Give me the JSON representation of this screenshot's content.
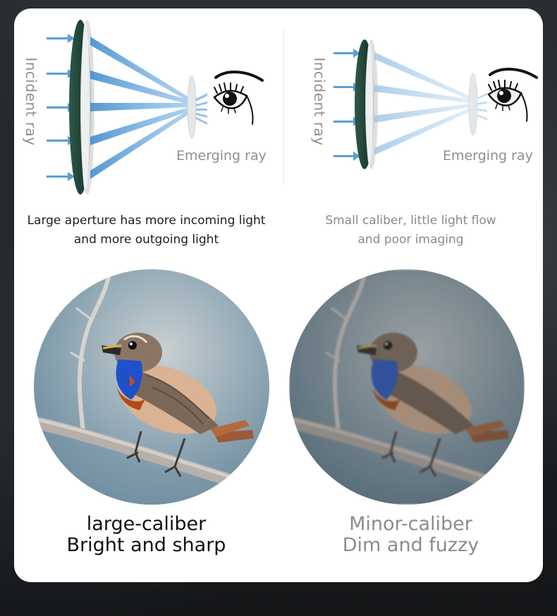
{
  "left": {
    "incident_label": "Incident ray",
    "emerging_label": "Emerging ray",
    "caption_line1": "Large aperture has more incoming light",
    "caption_line2": "and more outgoing light",
    "result_line1": "large-caliber",
    "result_line2": "Bright and sharp"
  },
  "right": {
    "incident_label": "Incident ray",
    "emerging_label": "Emerging ray",
    "caption_line1": "Small caliber, little light flow",
    "caption_line2": "and poor imaging",
    "result_line1": "Minor-caliber",
    "result_line2": "Dim and fuzzy"
  },
  "colors": {
    "ray_strong": "#5b9fd6",
    "ray_weak": "#b9d6ef",
    "lens_green": "#1f4a3c",
    "throat_blue": "#1f4fc9",
    "sky_blue": "#7b98a8"
  }
}
